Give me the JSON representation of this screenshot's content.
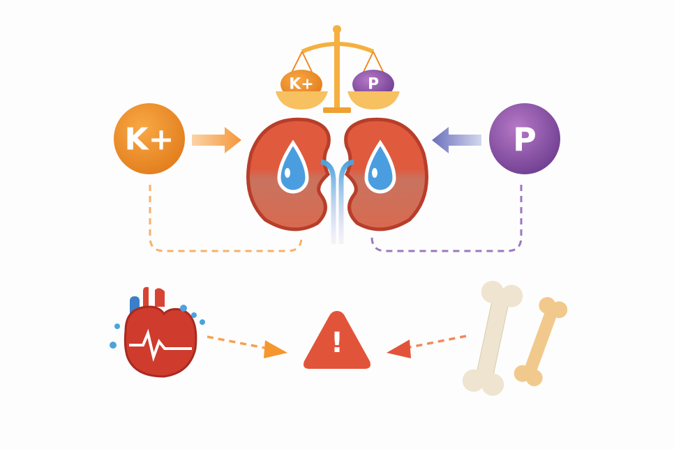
{
  "potassium": {
    "label": "K+",
    "color": "#f0902a"
  },
  "phosphorus": {
    "label": "P",
    "color": "#8a55a8"
  },
  "scale": {
    "left_label": "K+",
    "right_label": "P",
    "color": "#f5b040"
  },
  "warning": {
    "symbol": "!",
    "color": "#e2543a"
  },
  "colors": {
    "kidney": "#d9553b",
    "water": "#4a9ee0",
    "heart": "#cf3b2c",
    "bone": "#efe6d2",
    "bone2": "#f2c98c"
  }
}
